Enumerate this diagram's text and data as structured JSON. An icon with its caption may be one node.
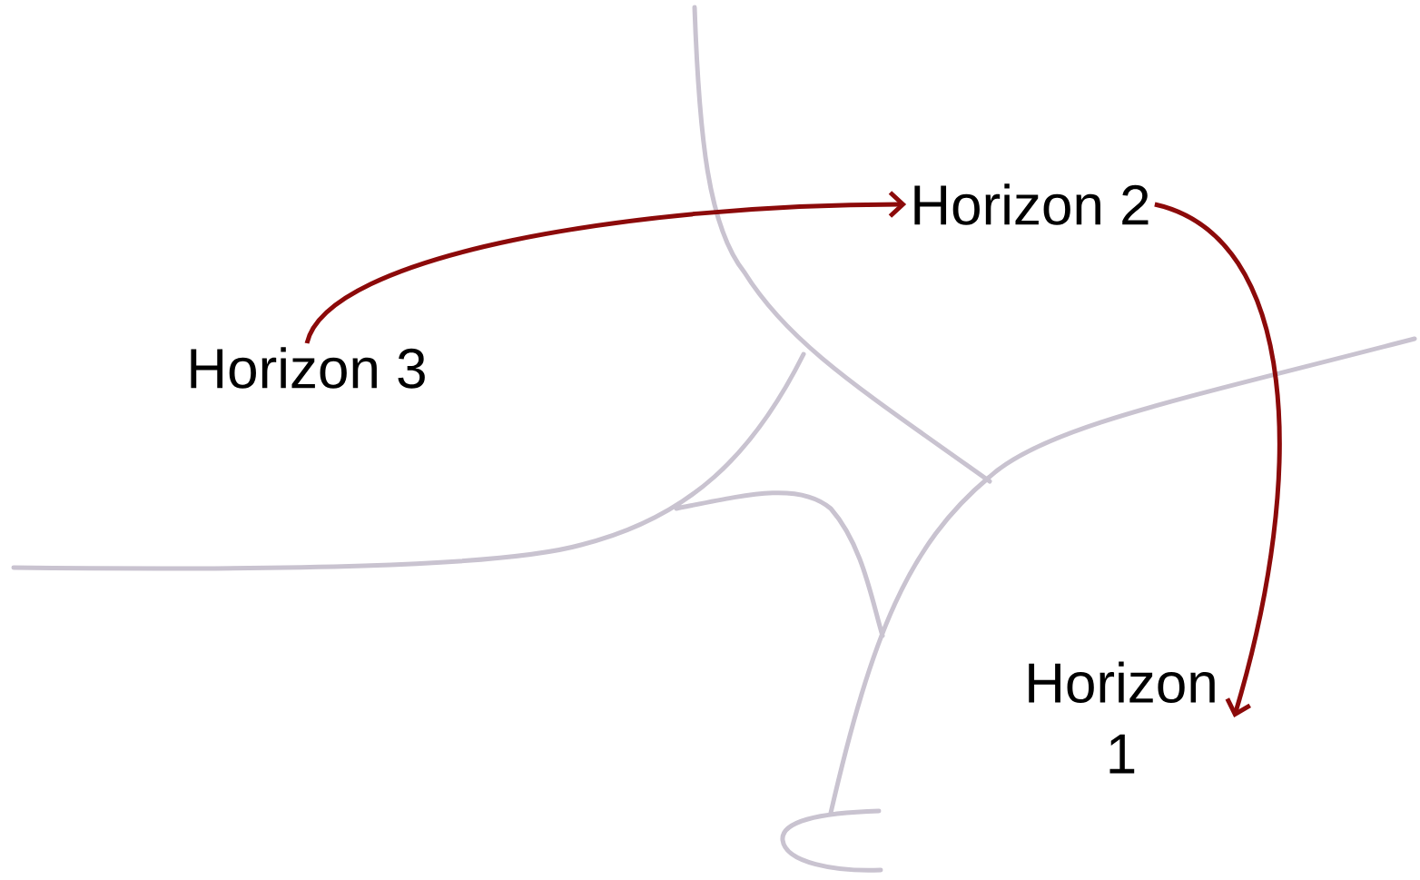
{
  "diagram": {
    "nodes": [
      {
        "text": [
          "Horizon 3"
        ]
      },
      {
        "text": [
          "Horizon 2"
        ]
      },
      {
        "text": [
          "Horizon 1"
        ]
      }
    ],
    "edges": [
      {
        "from": 0,
        "to": 1,
        "arrow": "to"
      },
      {
        "from": 1,
        "to": 2,
        "arrow": "to"
      }
    ]
  }
}
